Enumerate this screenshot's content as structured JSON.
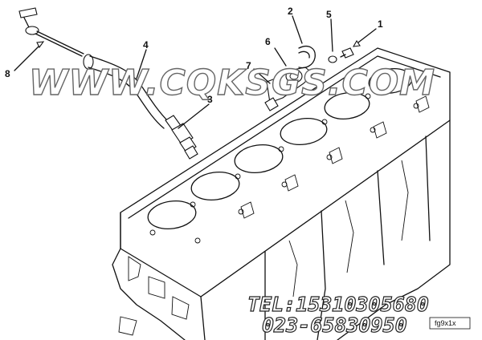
{
  "callouts": {
    "c1": "1",
    "c2": "2",
    "c3": "3",
    "c4": "4",
    "c5": "5",
    "c6": "6",
    "c7": "7",
    "c8": "8"
  },
  "watermark": {
    "site": "WWW.CQKSGS.COM",
    "tel": "TEL:15310305680",
    "phone": "023-65830950"
  },
  "figure_code": "fg9x1x"
}
